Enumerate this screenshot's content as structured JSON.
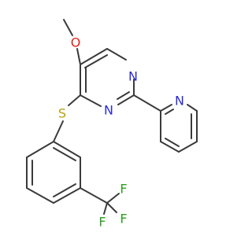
{
  "molecule": {
    "colors": {
      "bond": "#3a3a3a",
      "N": "#2b2bd6",
      "O": "#e0221b",
      "S": "#b8a10a",
      "F": "#2aa11d"
    },
    "atoms": {
      "o_methoxy": "O",
      "n_pyrimidine_3": "N",
      "n_pyrimidine_1": "N",
      "n_pyridine": "N",
      "s_thioether": "S",
      "f_1": "F",
      "f_2": "F",
      "f_3": "F"
    }
  }
}
